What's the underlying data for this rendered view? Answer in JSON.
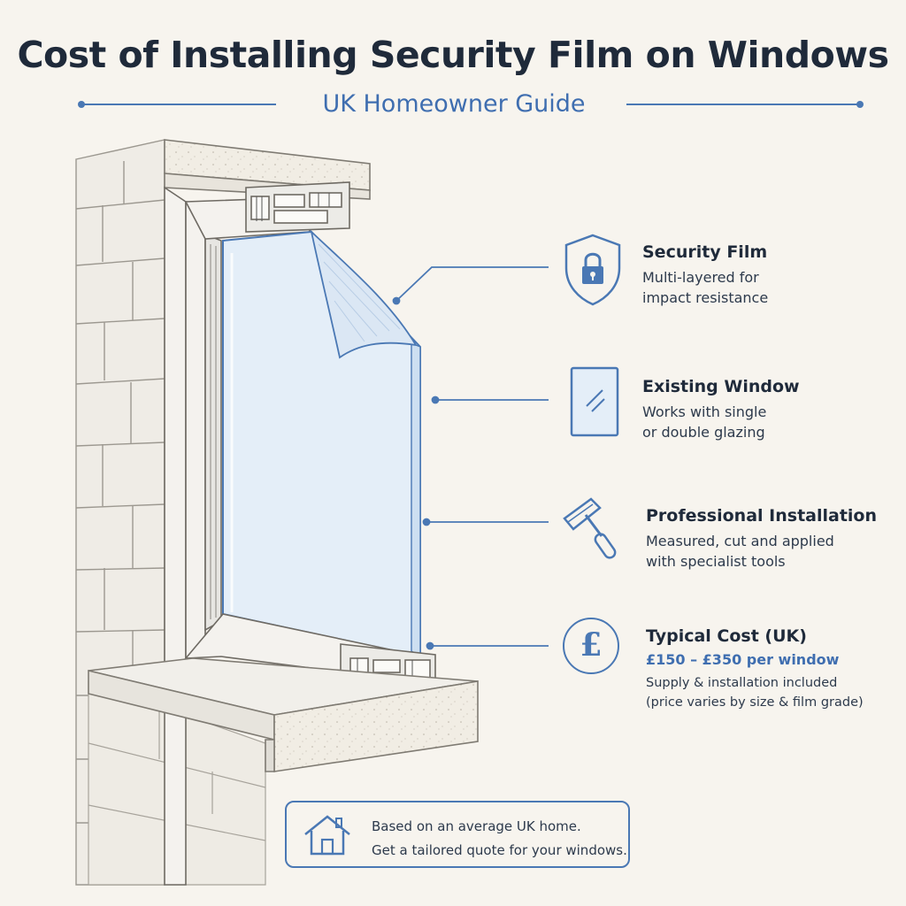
{
  "header": {
    "title": "Cost of Installing Security Film on Windows",
    "subtitle": "UK Homeowner Guide"
  },
  "colors": {
    "accent": "#4a78b4",
    "text": "#1f2a3a",
    "background": "#f7f4ee",
    "glass": "#e4eef8"
  },
  "callouts": [
    {
      "icon": "shield-lock-icon",
      "title": "Security Film",
      "text": "Multi-layered for\nimpact resistance"
    },
    {
      "icon": "window-pane-icon",
      "title": "Existing Window",
      "text": "Works with single\nor double glazing"
    },
    {
      "icon": "squeegee-icon",
      "title": "Professional Installation",
      "text": "Measured, cut and applied\nwith specialist tools"
    },
    {
      "icon": "pound-coin-icon",
      "title": "Typical Cost (UK)",
      "price": "£150 – £350 per window",
      "text": "Supply & installation included\n(price varies by size & film grade)",
      "symbol": "£"
    }
  ],
  "note": {
    "icon": "house-icon",
    "text": "Based on an average UK home.\nGet a tailored quote for your windows."
  }
}
